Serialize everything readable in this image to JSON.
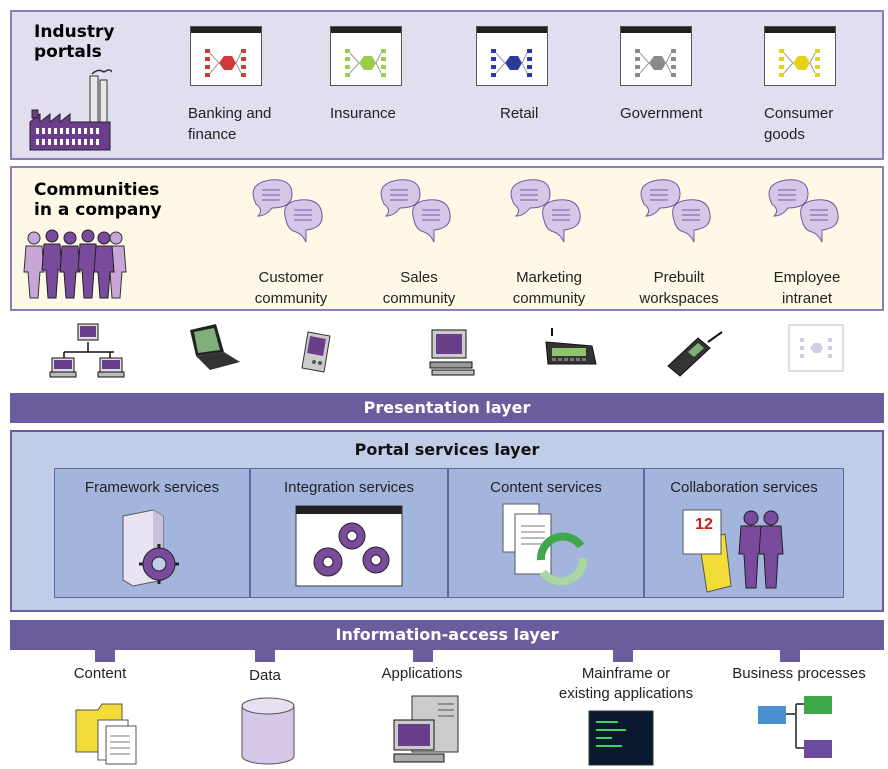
{
  "industry": {
    "title_line1": "Industry",
    "title_line2": "portals",
    "portals": [
      {
        "line1": "Banking and",
        "line2": "finance",
        "color": "#d23a3a",
        "icon": "banking-portal-icon"
      },
      {
        "line1": "Insurance",
        "line2": "",
        "color": "#9acd4a",
        "icon": "insurance-portal-icon"
      },
      {
        "line1": "Retail",
        "line2": "",
        "color": "#2a3a9a",
        "icon": "retail-portal-icon"
      },
      {
        "line1": "Government",
        "line2": "",
        "color": "#8a8a8a",
        "icon": "government-portal-icon"
      },
      {
        "line1": "Consumer",
        "line2": "goods",
        "color": "#e6d21a",
        "icon": "consumer-goods-portal-icon"
      }
    ]
  },
  "communities": {
    "title_line1": "Communities",
    "title_line2": "in a company",
    "items": [
      {
        "line1": "Customer",
        "line2": "community"
      },
      {
        "line1": "Sales",
        "line2": "community"
      },
      {
        "line1": "Marketing",
        "line2": "community"
      },
      {
        "line1": "Prebuilt",
        "line2": "workspaces"
      },
      {
        "line1": "Employee",
        "line2": "intranet"
      }
    ]
  },
  "devices": [
    "network-computers-icon",
    "laptop-icon",
    "pda-icon",
    "desktop-computer-icon",
    "smartphone-icon",
    "mobile-phone-icon",
    "portal-window-icon"
  ],
  "presentation_layer": "Presentation layer",
  "portal_services": {
    "title": "Portal services layer",
    "services": [
      {
        "label": "Framework services",
        "icon": "server-gear-icon"
      },
      {
        "label": "Integration services",
        "icon": "gears-window-icon"
      },
      {
        "label": "Content services",
        "icon": "documents-cycle-icon"
      },
      {
        "label": "Collaboration services",
        "icon": "calendar-people-icon"
      }
    ],
    "calendar_day": "12"
  },
  "information_access_layer": "Information-access layer",
  "sources": [
    {
      "line1": "Content",
      "line2": ""
    },
    {
      "line1": "Data",
      "line2": ""
    },
    {
      "line1": "Applications",
      "line2": ""
    },
    {
      "line1": "Mainframe or",
      "line2": "existing applications"
    },
    {
      "line1": "Business processes",
      "line2": ""
    }
  ],
  "colors": {
    "purple": "#6b5c9e",
    "lavender": "#e2def0",
    "cream": "#fdf9e6",
    "blue_panel": "#bfcde8",
    "service_box": "#a3b5dd"
  }
}
